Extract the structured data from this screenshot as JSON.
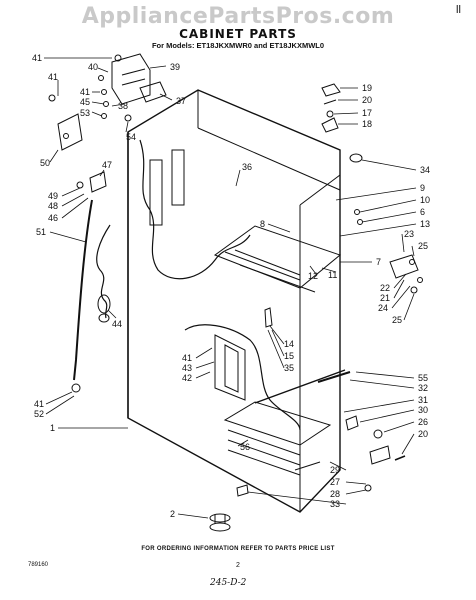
{
  "watermark": "AppliancePartsPros.com",
  "corner_mark": "ll",
  "title": "CABINET PARTS",
  "models": "For Models: ET18JKXMWR0 and ET18JKXMWL0",
  "callouts": [
    {
      "id": "41a",
      "text": "41"
    },
    {
      "id": "40",
      "text": "40"
    },
    {
      "id": "39",
      "text": "39"
    },
    {
      "id": "41b",
      "text": "41"
    },
    {
      "id": "41c",
      "text": "41"
    },
    {
      "id": "45",
      "text": "45"
    },
    {
      "id": "38",
      "text": "38"
    },
    {
      "id": "37",
      "text": "37"
    },
    {
      "id": "53",
      "text": "53"
    },
    {
      "id": "54",
      "text": "54"
    },
    {
      "id": "50",
      "text": "50"
    },
    {
      "id": "47",
      "text": "47"
    },
    {
      "id": "49",
      "text": "49"
    },
    {
      "id": "48",
      "text": "48"
    },
    {
      "id": "46",
      "text": "46"
    },
    {
      "id": "51",
      "text": "51"
    },
    {
      "id": "44",
      "text": "44"
    },
    {
      "id": "36",
      "text": "36"
    },
    {
      "id": "19",
      "text": "19"
    },
    {
      "id": "20a",
      "text": "20"
    },
    {
      "id": "17",
      "text": "17"
    },
    {
      "id": "18",
      "text": "18"
    },
    {
      "id": "34",
      "text": "34"
    },
    {
      "id": "9",
      "text": "9"
    },
    {
      "id": "10",
      "text": "10"
    },
    {
      "id": "6",
      "text": "6"
    },
    {
      "id": "13",
      "text": "13"
    },
    {
      "id": "23",
      "text": "23"
    },
    {
      "id": "25a",
      "text": "25"
    },
    {
      "id": "8",
      "text": "8"
    },
    {
      "id": "7",
      "text": "7"
    },
    {
      "id": "11",
      "text": "11"
    },
    {
      "id": "12",
      "text": "12"
    },
    {
      "id": "22",
      "text": "22"
    },
    {
      "id": "21",
      "text": "21"
    },
    {
      "id": "24",
      "text": "24"
    },
    {
      "id": "25b",
      "text": "25"
    },
    {
      "id": "14",
      "text": "14"
    },
    {
      "id": "15",
      "text": "15"
    },
    {
      "id": "35",
      "text": "35"
    },
    {
      "id": "41d",
      "text": "41"
    },
    {
      "id": "43",
      "text": "43"
    },
    {
      "id": "42",
      "text": "42"
    },
    {
      "id": "55",
      "text": "55"
    },
    {
      "id": "32",
      "text": "32"
    },
    {
      "id": "31",
      "text": "31"
    },
    {
      "id": "30",
      "text": "30"
    },
    {
      "id": "26",
      "text": "26"
    },
    {
      "id": "20b",
      "text": "20"
    },
    {
      "id": "41e",
      "text": "41"
    },
    {
      "id": "52",
      "text": "52"
    },
    {
      "id": "1",
      "text": "1"
    },
    {
      "id": "56",
      "text": "56"
    },
    {
      "id": "29",
      "text": "29"
    },
    {
      "id": "27",
      "text": "27"
    },
    {
      "id": "28",
      "text": "28"
    },
    {
      "id": "33",
      "text": "33"
    },
    {
      "id": "2",
      "text": "2"
    }
  ],
  "footer_note": "FOR ORDERING INFORMATION REFER TO PARTS PRICE LIST",
  "doc_code": "789160",
  "page_number": "2",
  "hand_note": "245-D-2"
}
